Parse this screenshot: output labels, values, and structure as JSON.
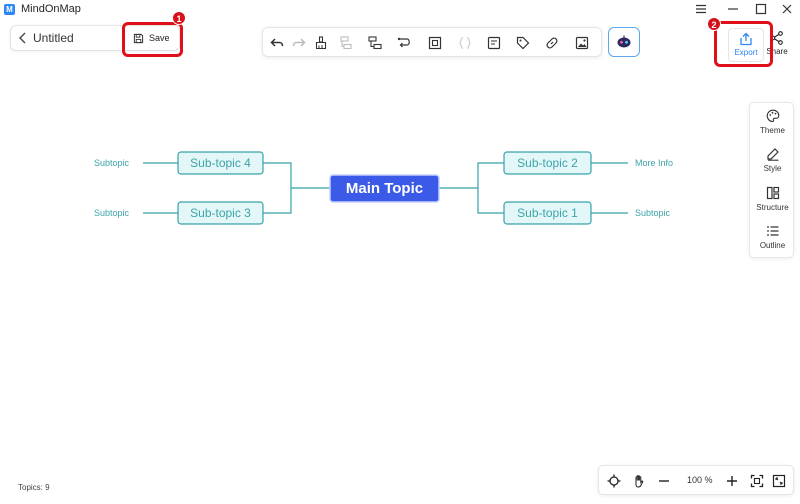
{
  "window": {
    "app_name": "MindOnMap",
    "logo_letter": "M",
    "controls": [
      "menu-icon",
      "minimize-icon",
      "maximize-icon",
      "close-icon"
    ]
  },
  "document": {
    "title": "Untitled",
    "save_label": "Save"
  },
  "callouts": {
    "save_number": "1",
    "export_number": "2",
    "color": "#e0101a"
  },
  "toolbar": {
    "icons": [
      "undo-icon",
      "redo-icon",
      "format-painter-icon",
      "subtopic-icon",
      "sibling-topic-icon",
      "relation-icon",
      "border-icon",
      "summary-icon",
      "note-icon",
      "tag-icon",
      "link-icon",
      "image-icon"
    ],
    "ai_icon": "ai-robot-icon"
  },
  "actions": {
    "export_label": "Export",
    "share_label": "Share"
  },
  "right_panel": {
    "items": [
      {
        "label": "Theme",
        "icon": "palette-icon"
      },
      {
        "label": "Style",
        "icon": "pen-icon"
      },
      {
        "label": "Structure",
        "icon": "structure-icon"
      },
      {
        "label": "Outline",
        "icon": "outline-list-icon"
      }
    ]
  },
  "mindmap": {
    "main": "Main Topic",
    "subtopics": {
      "s1": "Sub-topic 1",
      "s2": "Sub-topic 2",
      "s3": "Sub-topic 3",
      "s4": "Sub-topic 4"
    },
    "leaves": {
      "l_s1": "Subtopic",
      "l_s2": "More Info",
      "l_s3": "Subtopic",
      "l_s4": "Subtopic"
    },
    "colors": {
      "main_fill": "#3c5ae8",
      "line": "#35a3a8",
      "sub_fill": "#e4f7f8",
      "sub_border": "#35a3a8"
    }
  },
  "status": {
    "topics_text": "Topics: 9"
  },
  "zoom": {
    "value_text": "100 %",
    "icons": [
      "locate-icon",
      "hand-pan-icon",
      "zoom-out-icon",
      "zoom-in-icon",
      "fit-screen-icon",
      "fullscreen-icon"
    ]
  }
}
